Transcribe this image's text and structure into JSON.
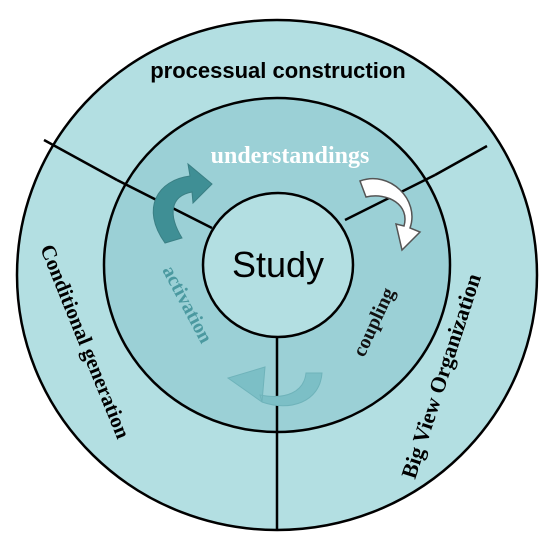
{
  "diagram": {
    "center_label": "Study",
    "outer_labels": {
      "top": "processual construction",
      "left": "Conditional generation",
      "right": "Big View Organization"
    },
    "middle_labels": {
      "top": "understandings",
      "left": "activation",
      "right": "coupling"
    },
    "colors": {
      "outer_ring": "#b3dfe2",
      "middle_ring": "#9bd0d6",
      "center": "#b3dfe2",
      "stroke": "#000000",
      "arrow_top_left": "#3f8f95",
      "arrow_top_right": "#ffffff",
      "arrow_bottom": "#7cbfc6",
      "label_understandings": "#ffffff",
      "label_activation": "#4b99a0",
      "label_coupling": "#111111",
      "label_outer": "#000000"
    }
  }
}
